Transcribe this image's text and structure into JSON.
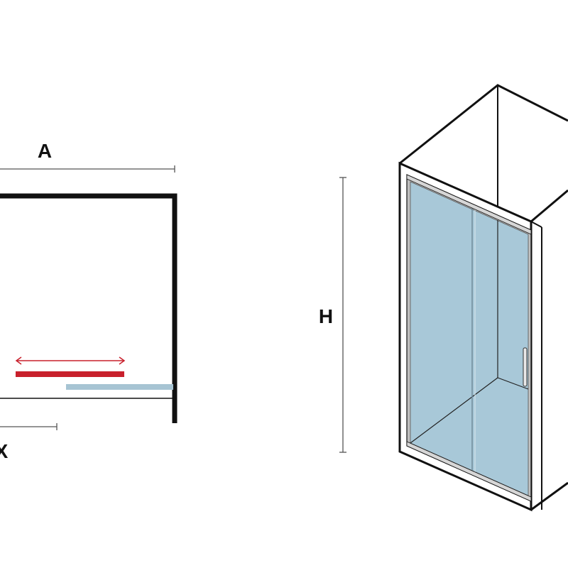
{
  "labels": {
    "width": "A",
    "opening": "X",
    "height": "H"
  },
  "colors": {
    "outline": "#111111",
    "dimension_line": "#555555",
    "sliding_panel": "#c8202c",
    "fixed_panel": "#a7c4d3",
    "glass": "#a8c8d8",
    "frame": "#bfbfbf"
  },
  "icons": {
    "slide_direction": "double-arrow-icon"
  }
}
